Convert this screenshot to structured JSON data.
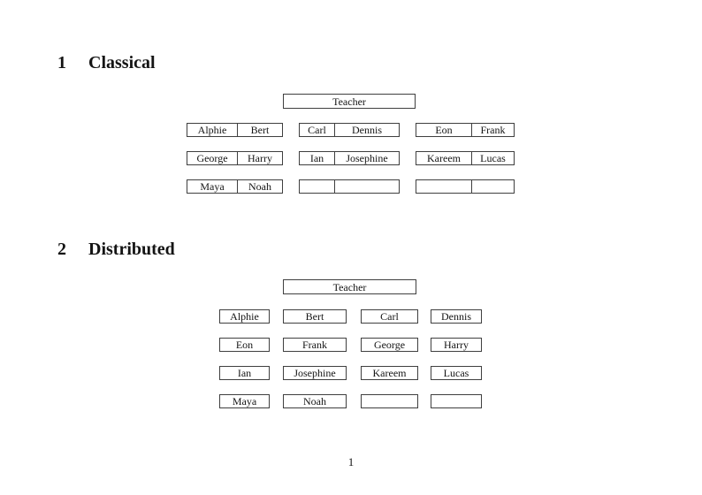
{
  "page": {
    "background_color": "#ffffff",
    "ink_color": "#141414",
    "border_color": "#3f3f3f",
    "footer_page_number": "1"
  },
  "sections": [
    {
      "heading": {
        "number": "1",
        "title": "Classical"
      },
      "teacher_label": "Teacher",
      "rows": [
        {
          "desks": [
            {
              "seats": [
                "Alphie",
                "Bert"
              ]
            },
            {
              "seats": [
                "Carl",
                "Dennis"
              ]
            },
            {
              "seats": [
                "Eon",
                "Frank"
              ]
            }
          ]
        },
        {
          "desks": [
            {
              "seats": [
                "George",
                "Harry"
              ]
            },
            {
              "seats": [
                "Ian",
                "Josephine"
              ]
            },
            {
              "seats": [
                "Kareem",
                "Lucas"
              ]
            }
          ]
        },
        {
          "desks": [
            {
              "seats": [
                "Maya",
                "Noah"
              ]
            },
            {
              "seats": [
                "",
                ""
              ]
            },
            {
              "seats": [
                "",
                ""
              ]
            }
          ]
        }
      ]
    },
    {
      "heading": {
        "number": "2",
        "title": "Distributed"
      },
      "teacher_label": "Teacher",
      "rows": [
        {
          "desks": [
            {
              "seats": [
                "Alphie"
              ]
            },
            {
              "seats": [
                "Bert"
              ]
            },
            {
              "seats": [
                "Carl"
              ]
            },
            {
              "seats": [
                "Dennis"
              ]
            }
          ]
        },
        {
          "desks": [
            {
              "seats": [
                "Eon"
              ]
            },
            {
              "seats": [
                "Frank"
              ]
            },
            {
              "seats": [
                "George"
              ]
            },
            {
              "seats": [
                "Harry"
              ]
            }
          ]
        },
        {
          "desks": [
            {
              "seats": [
                "Ian"
              ]
            },
            {
              "seats": [
                "Josephine"
              ]
            },
            {
              "seats": [
                "Kareem"
              ]
            },
            {
              "seats": [
                "Lucas"
              ]
            }
          ]
        },
        {
          "desks": [
            {
              "seats": [
                "Maya"
              ]
            },
            {
              "seats": [
                "Noah"
              ]
            },
            {
              "seats": [
                ""
              ]
            },
            {
              "seats": [
                ""
              ]
            }
          ]
        }
      ]
    }
  ]
}
